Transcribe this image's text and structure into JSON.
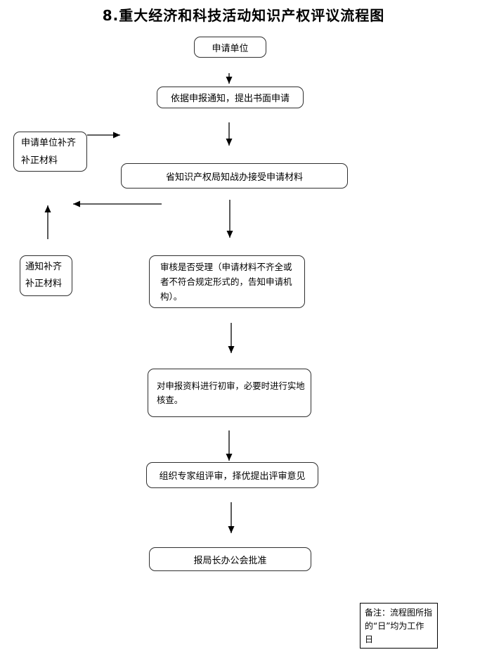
{
  "page": {
    "title": "8.重大经济和科技活动知识产权评议流程图"
  },
  "flowchart": {
    "type": "flowchart",
    "colors": {
      "background": "#ffffff",
      "box_border": "#2f2f2f",
      "note_border": "#000000",
      "line": "#000000",
      "text": "#000000"
    },
    "nodes": {
      "applicant": {
        "label": "申请单位"
      },
      "written_application": {
        "label": "依据申报通知，提出书面申请"
      },
      "receive_materials": {
        "label": "省知识产权局知战办接受申请材料"
      },
      "review_acceptance": {
        "label": "审核是否受理（申请材料不齐全或\n者不符合规定形式的，告知申请机\n构）。"
      },
      "preliminary_review": {
        "label": "对申报资料进行初审，必要时进行实地\n核查。"
      },
      "expert_review": {
        "label": "组织专家组评审，择优提出评审意见"
      },
      "bureau_approval": {
        "label": "报局长办公会批准"
      },
      "applicant_supplement": {
        "label": "申请单位补齐\n补正材料"
      },
      "notify_supplement": {
        "label": "通知补齐\n补正材料"
      },
      "note": {
        "label": "备注：流程图所指\n的“日”均为工作\n日"
      }
    },
    "edges": [
      "applicant -> written_application",
      "written_application -> receive_materials",
      "receive_materials -> review_acceptance",
      "review_acceptance -> preliminary_review",
      "preliminary_review -> expert_review",
      "expert_review -> bureau_approval",
      "applicant_supplement -> main_flow (right)",
      "main_flow -> left_path (left)",
      "notify_supplement -> left_path (up)"
    ]
  }
}
